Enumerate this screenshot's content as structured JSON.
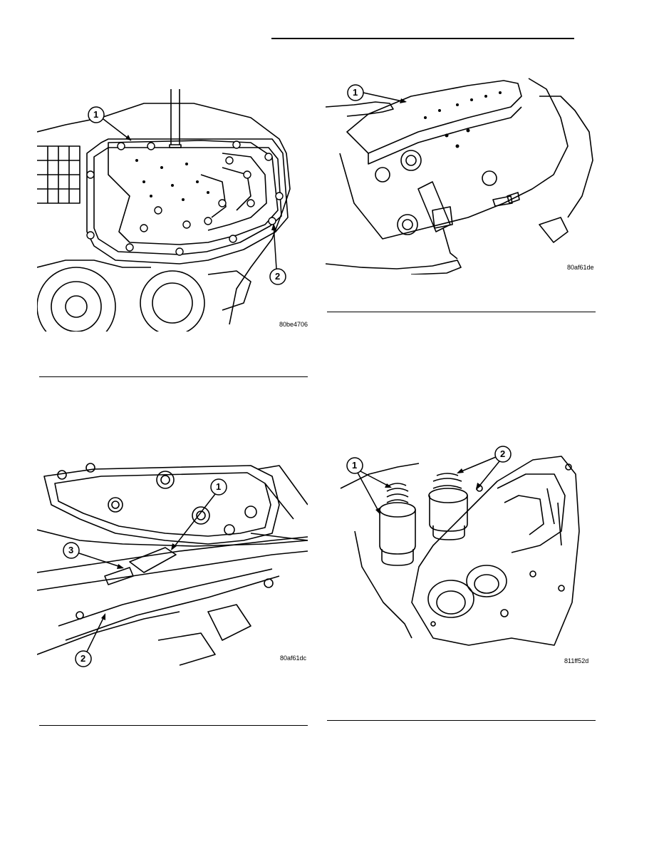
{
  "figures": [
    {
      "code": "80be4706",
      "callouts": [
        "1",
        "2"
      ]
    },
    {
      "code": "80af61de",
      "callouts": [
        "1"
      ]
    },
    {
      "code": "80af61dc",
      "callouts": [
        "1",
        "3",
        "2"
      ]
    },
    {
      "code": "811ff52d",
      "callouts": [
        "1",
        "2"
      ]
    }
  ]
}
